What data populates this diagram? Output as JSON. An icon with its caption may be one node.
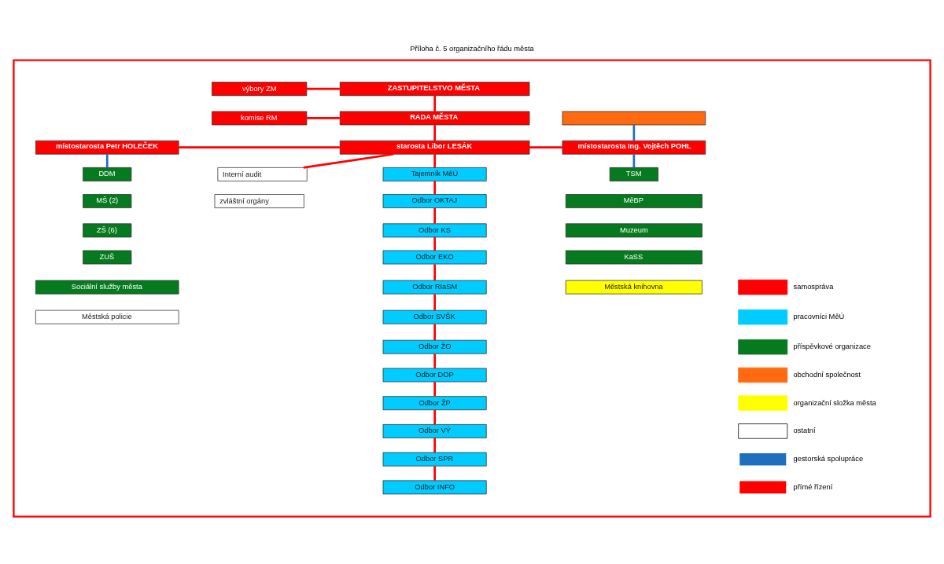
{
  "diagram": {
    "title": "Příloha č. 5 organizačního řádu města",
    "nodes": [
      {
        "text": [],
        "shape": "box"
      },
      {
        "text": [
          "výbory ZM"
        ],
        "in": 0
      },
      {
        "text": [
          "ZASTUPITELSTVO MĚSTA"
        ],
        "in": 0
      },
      {
        "text": [
          "komise RM"
        ],
        "in": 0
      },
      {
        "text": [
          "RADA MĚSTA"
        ],
        "in": 0
      },
      {
        "text": [],
        "shape": "box",
        "in": 0
      },
      {
        "text": [
          "místostarosta Petr HOLEČEK"
        ],
        "in": 0
      },
      {
        "text": [
          "starosta Libor LESÁK"
        ],
        "in": 0
      },
      {
        "text": [
          "místostarosta Ing. Vojtěch POHL"
        ],
        "in": 0
      },
      {
        "text": [
          "DDM"
        ],
        "in": 0
      },
      {
        "text": [
          "MŠ (2)"
        ],
        "in": 0
      },
      {
        "text": [
          "ZŠ (6)"
        ],
        "in": 0
      },
      {
        "text": [
          "ZUŠ"
        ],
        "in": 0
      },
      {
        "text": [
          "Sociální služby města"
        ],
        "in": 0
      },
      {
        "text": [
          "Městská policie"
        ],
        "in": 0
      },
      {
        "text": [
          "Interní audit"
        ],
        "in": 0
      },
      {
        "text": [
          "zvláštní orgány"
        ],
        "in": 0
      },
      {
        "text": [
          "TSM"
        ],
        "in": 0
      },
      {
        "text": [
          "MěBP"
        ],
        "in": 0
      },
      {
        "text": [
          "Muzeum"
        ],
        "in": 0
      },
      {
        "text": [
          "KaSS"
        ],
        "in": 0
      },
      {
        "text": [
          "Městská knihovna"
        ],
        "in": 0
      },
      {
        "text": [
          "Tajemník MěÚ"
        ],
        "in": 0
      },
      {
        "text": [
          "Odbor OKTAJ"
        ],
        "in": 0
      },
      {
        "text": [
          "Odbor KS"
        ],
        "in": 0
      },
      {
        "text": [
          "Odbor EKO"
        ],
        "in": 0
      },
      {
        "text": [
          "Odbor RIaSM"
        ],
        "in": 0
      },
      {
        "text": [
          "Odbor SVŠK"
        ],
        "in": 0
      },
      {
        "text": [
          "Odbor ŽO"
        ],
        "in": 0
      },
      {
        "text": [
          "Odbor DOP"
        ],
        "in": 0
      },
      {
        "text": [
          "Odbor ŽP"
        ],
        "in": 0
      },
      {
        "text": [
          "Odbor VÝ"
        ],
        "in": 0
      },
      {
        "text": [
          "Odbor SPR"
        ],
        "in": 0
      },
      {
        "text": [
          "Odbor INFO"
        ],
        "in": 0
      }
    ],
    "edges": [
      {
        "from": 1,
        "to": 2,
        "arrow": "none"
      },
      {
        "from": 3,
        "to": 4,
        "arrow": "none"
      },
      {
        "from": 2,
        "to": 4,
        "arrow": "none"
      },
      {
        "from": 4,
        "to": 7,
        "arrow": "none"
      },
      {
        "from": 6,
        "to": 7,
        "arrow": "none"
      },
      {
        "from": 7,
        "to": 8,
        "arrow": "none"
      },
      {
        "from": 7,
        "to": 15,
        "arrow": "none"
      },
      {
        "from": 7,
        "to": 22,
        "arrow": "none"
      },
      {
        "from": 22,
        "to": 23,
        "arrow": "none"
      },
      {
        "from": 23,
        "to": 24,
        "arrow": "none"
      },
      {
        "from": 24,
        "to": 25,
        "arrow": "none"
      },
      {
        "from": 25,
        "to": 26,
        "arrow": "none"
      },
      {
        "from": 26,
        "to": 27,
        "arrow": "none"
      },
      {
        "from": 27,
        "to": 28,
        "arrow": "none"
      },
      {
        "from": 28,
        "to": 29,
        "arrow": "none"
      },
      {
        "from": 29,
        "to": 30,
        "arrow": "none"
      },
      {
        "from": 30,
        "to": 31,
        "arrow": "none"
      },
      {
        "from": 31,
        "to": 32,
        "arrow": "none"
      },
      {
        "from": 32,
        "to": 33,
        "arrow": "none"
      },
      {
        "from": 6,
        "to": 9,
        "arrow": "none",
        "color": "#1f6fbf"
      },
      {
        "from": 5,
        "to": 8,
        "arrow": "none",
        "color": "#1f6fbf"
      },
      {
        "from": 8,
        "to": 17,
        "arrow": "none",
        "color": "#1f6fbf"
      }
    ],
    "legend": [
      {
        "text": "samospráva",
        "color": "#ff0000"
      },
      {
        "text": "pracovníci MěÚ",
        "color": "#00ccff"
      },
      {
        "text": "příspěvkové organizace",
        "color": "#067a1f"
      },
      {
        "text": "obchodní společnost",
        "color": "#ff6a10"
      },
      {
        "text": "organizační složka města",
        "color": "#ffff00"
      },
      {
        "text": "ostatní",
        "color": "#ffffff"
      },
      {
        "text": "gestorská spolupráce"
      },
      {
        "text": "přímé řízení"
      }
    ]
  }
}
